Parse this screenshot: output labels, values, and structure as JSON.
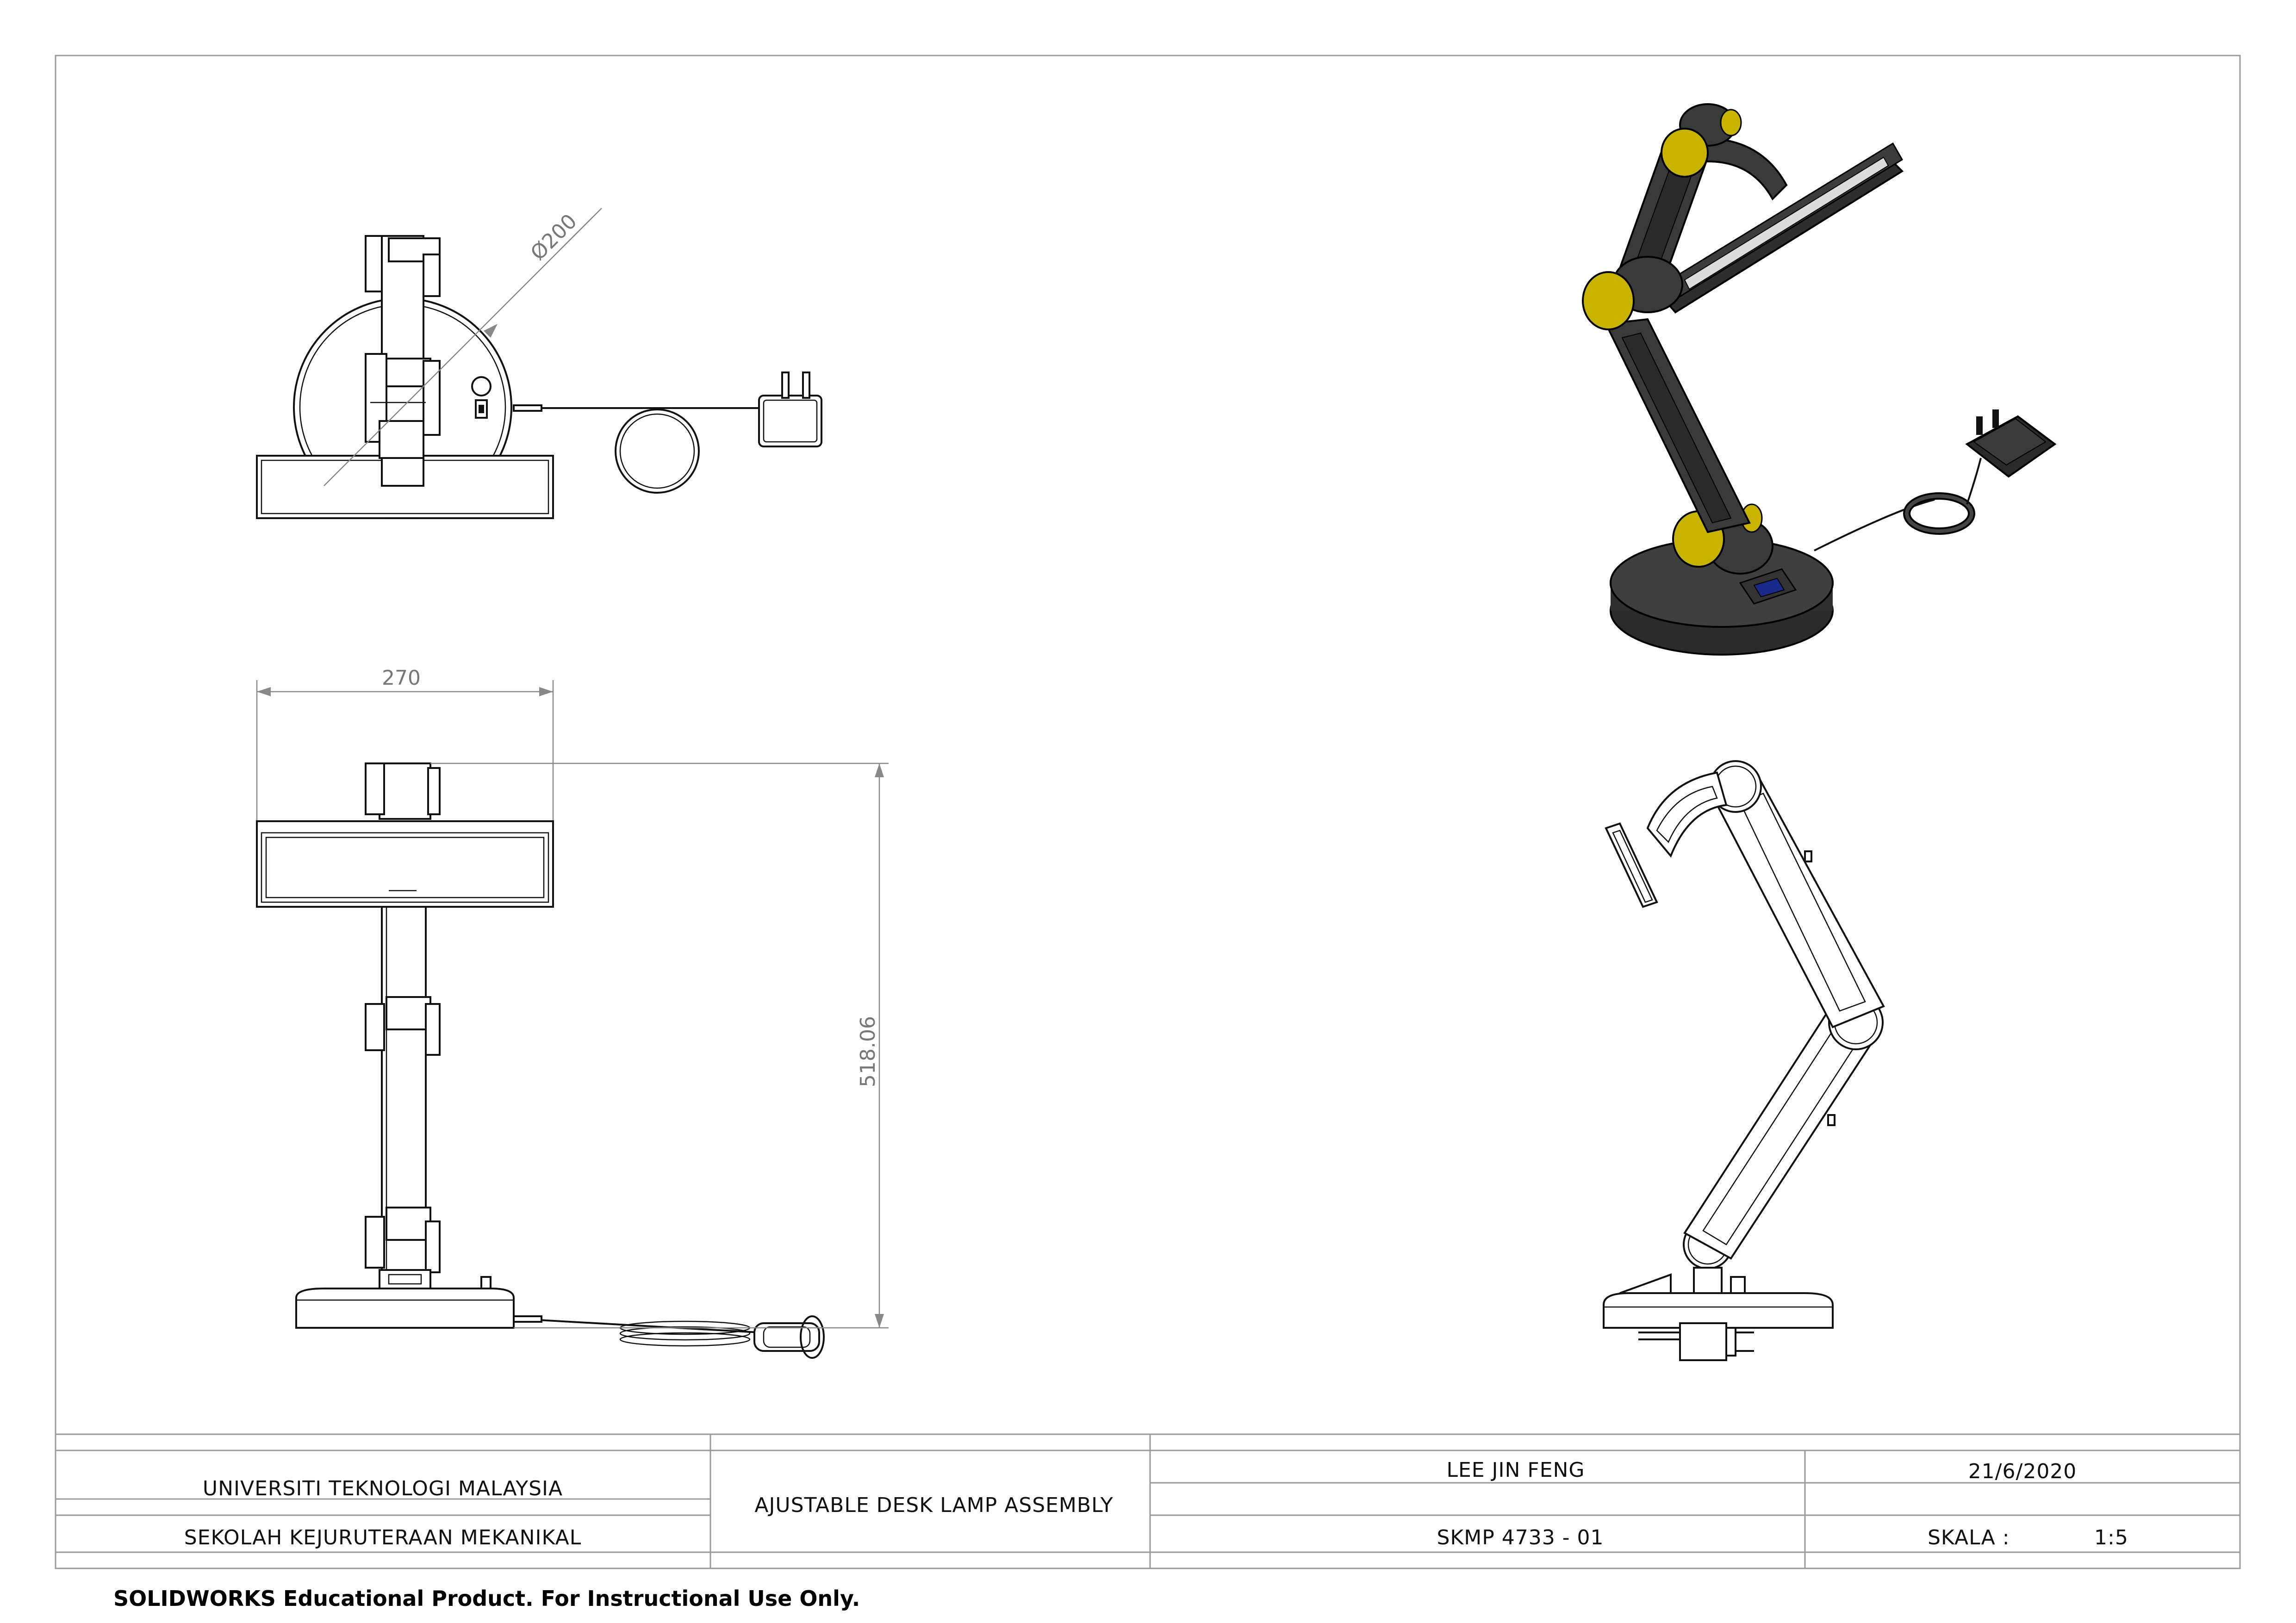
{
  "title_block": {
    "university": "UNIVERSITI TEKNOLOGI MALAYSIA",
    "faculty": "SEKOLAH KEJURUTERAAN MEKANIKAL",
    "drawing_title": "AJUSTABLE DESK LAMP ASSEMBLY",
    "author": "LEE JIN FENG",
    "date": "21/6/2020",
    "course_code": "SKMP 4733 - 01",
    "scale_label": "SKALA :",
    "scale_value": "1:5"
  },
  "dimensions": {
    "diameter": "Ø200",
    "width": "270",
    "height": "518.06"
  },
  "footer": "SOLIDWORKS Educational Product. For Instructional Use Only.",
  "colors": {
    "lamp_body": "#3a3a3a",
    "hinge_cap": "#c8b400",
    "line": "#111111",
    "dimension": "#888888"
  }
}
